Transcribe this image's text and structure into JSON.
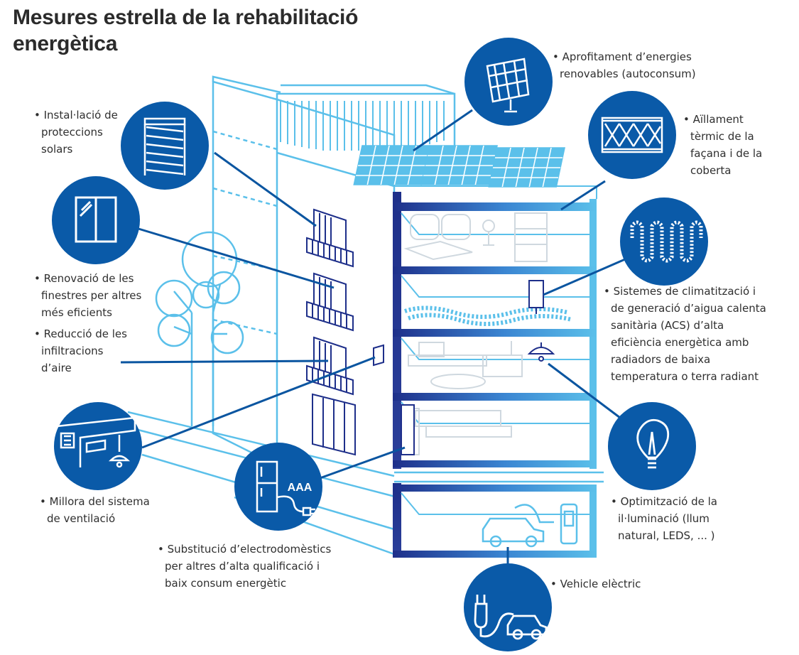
{
  "title": {
    "line1": "Mesures estrella de la rehabilitació",
    "line2": "energètica"
  },
  "colors": {
    "title": "#2b2b2b",
    "circle_fill": "#0a5aa8",
    "leader_line": "#0a55a0",
    "building_stroke": "#5bc0ea",
    "building_dark": "#1e2f8a",
    "icon_stroke": "#ffffff",
    "furniture": "#cfd8df"
  },
  "measures": [
    {
      "id": "renewables",
      "icon": "solar-panel-icon",
      "lines": [
        "Aprofitament d’energies",
        "renovables (autoconsum)"
      ]
    },
    {
      "id": "insulation",
      "icon": "insulation-icon",
      "lines": [
        "Aïllament",
        "tèrmic de la",
        "façana i de la",
        "coberta"
      ]
    },
    {
      "id": "solar-protection",
      "icon": "blinds-icon",
      "lines": [
        "Instal·lació de",
        "proteccions",
        "solars"
      ]
    },
    {
      "id": "windows",
      "icon": "window-icon",
      "lines": [
        "Renovació de les",
        "finestres per altres",
        "més eficients"
      ]
    },
    {
      "id": "infiltration",
      "icon": "",
      "lines": [
        "Reducció de les",
        "infiltracions",
        "d’aire"
      ]
    },
    {
      "id": "climate",
      "icon": "radiant-floor-icon",
      "lines": [
        "Sistemes de climatització i",
        "de generació d’aigua calenta",
        "sanitària (ACS) d’alta",
        "eficiència energètica amb",
        "radiadors de baixa",
        "temperatura o terra radiant"
      ]
    },
    {
      "id": "ventilation",
      "icon": "ventilation-icon",
      "lines": [
        "Millora del sistema",
        "de ventilació"
      ]
    },
    {
      "id": "lighting",
      "icon": "light-bulb-icon",
      "lines": [
        "Optimització de la",
        "il·luminació (llum",
        "natural, LEDS, ... )"
      ]
    },
    {
      "id": "appliances",
      "icon": "fridge-icon",
      "badge": "AAA",
      "lines": [
        "Substitució d’electrodomèstics",
        "per altres d’alta qualificació i",
        "baix consum energètic"
      ]
    },
    {
      "id": "ev",
      "icon": "ev-plug-icon",
      "lines": [
        "Vehicle elèctric"
      ]
    }
  ]
}
